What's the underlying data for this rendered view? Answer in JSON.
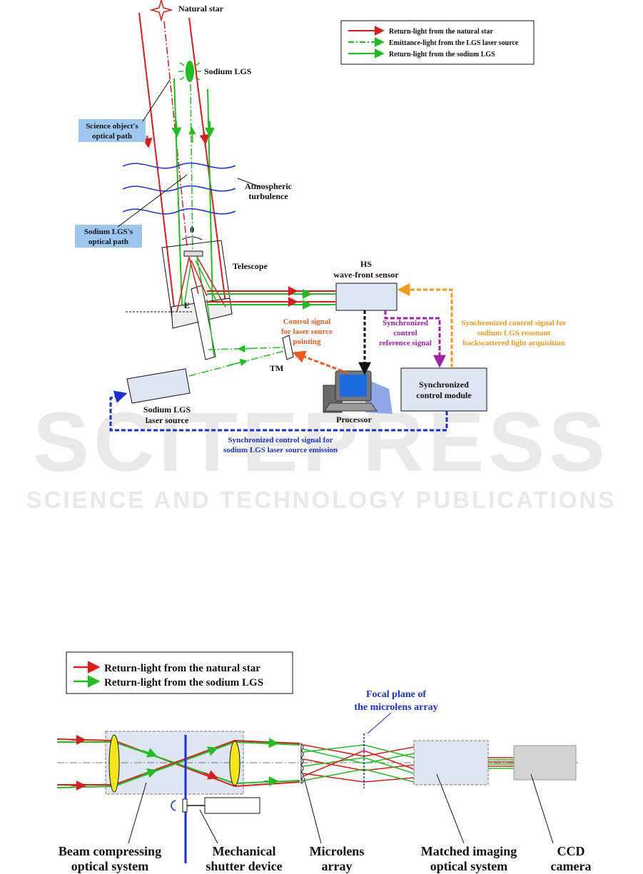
{
  "top": {
    "natural_star": "Natural star",
    "sodium_lgs": "Sodium LGS",
    "science_path": [
      "Science object's",
      "optical path"
    ],
    "sodium_path": [
      "Sodium LGS's",
      "optical path"
    ],
    "atmos": [
      "Atmospheric",
      "turbulence"
    ],
    "theta": "θ",
    "telescope": "Telescope",
    "e_label": "E",
    "hs_sensor": [
      "HS",
      "wave-front sensor"
    ],
    "ctrl_pointing": [
      "Control signal",
      "for laser source",
      "pointing"
    ],
    "sync_ref": [
      "Synchronized",
      "control",
      "reference signal"
    ],
    "sync_acq": [
      "Synchronized control signal for",
      "sodium LGS resonant",
      "backscattered light acquisition"
    ],
    "tm": "TM",
    "processor": "Processor",
    "sync_module": [
      "Synchronized",
      "control module"
    ],
    "laser_source": [
      "Sodium LGS",
      "laser source"
    ],
    "sync_emission": [
      "Synchronized control signal for",
      "sodium LGS laser source emission"
    ],
    "legend": [
      "Return-light from the natural star",
      "Emittance-light from the LGS laser source",
      "Return-light from the sodium LGS"
    ]
  },
  "watermark": {
    "big": "SCITEPRESS",
    "small": "SCIENCE AND TECHNOLOGY PUBLICATIONS"
  },
  "bottom": {
    "legend": [
      "Return-light from the natural star",
      "Return-light from the sodium LGS"
    ],
    "focal_plane": [
      "Focal plane of",
      "the microlens array"
    ],
    "labels": {
      "beam": [
        "Beam compressing",
        "optical system"
      ],
      "shutter": [
        "Mechanical",
        "shutter device"
      ],
      "microlens": [
        "Microlens",
        "array"
      ],
      "matched": [
        "Matched imaging",
        "optical system"
      ],
      "ccd": [
        "CCD",
        "camera"
      ]
    }
  },
  "colors": {
    "red": "#e01b1b",
    "green": "#1fbf1f",
    "blue": "#1a2fd6",
    "orange": "#f39a1a",
    "purple": "#a020a8",
    "label_bg": "#9cc8f0",
    "box_bg": "#dfe6f3"
  }
}
